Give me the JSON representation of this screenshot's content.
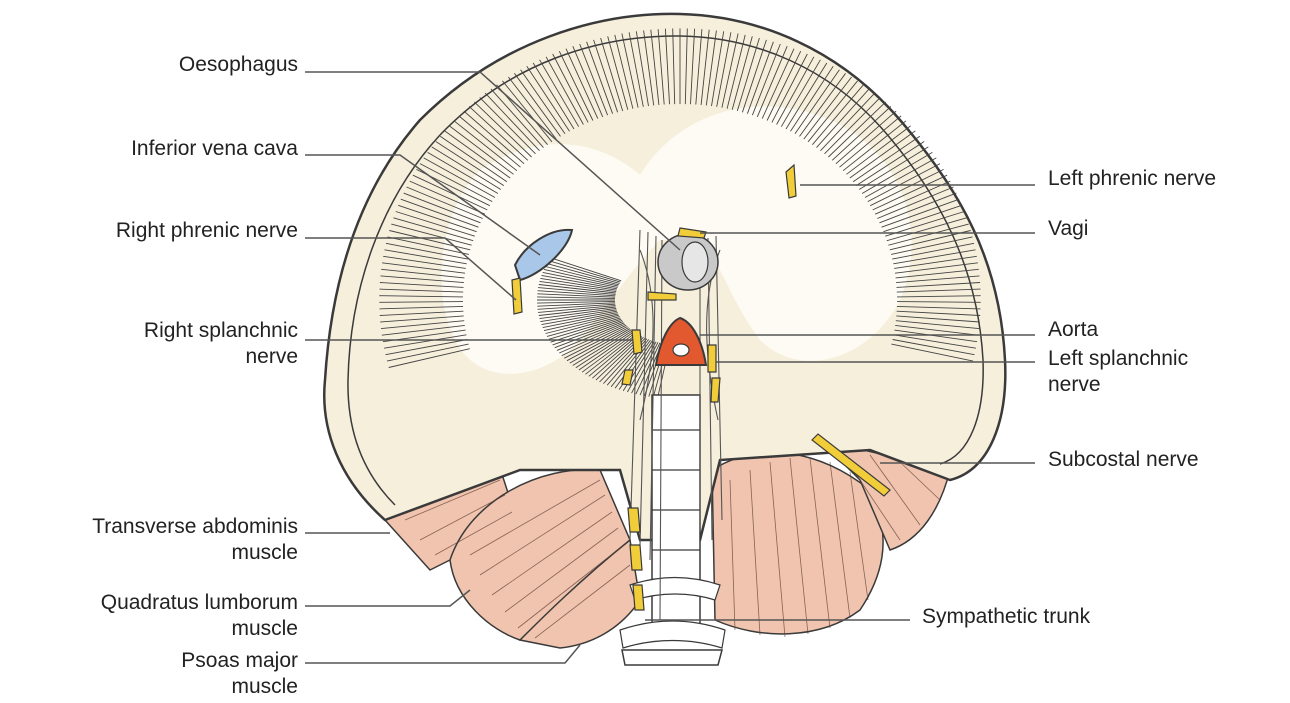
{
  "figure": {
    "labels_left": {
      "oesophagus": "Oesophagus",
      "inferior_vena_cava": "Inferior vena cava",
      "right_phrenic_nerve": "Right phrenic nerve",
      "right_splanchnic_nerve": [
        "Right splanchnic",
        "nerve"
      ],
      "transverse_abdominis_muscle": [
        "Transverse abdominis",
        "muscle"
      ],
      "quadratus_lumborum_muscle": [
        "Quadratus lumborum",
        "muscle"
      ],
      "psoas_major_muscle": [
        "Psoas major",
        "muscle"
      ]
    },
    "labels_right": {
      "left_phrenic_nerve": "Left phrenic nerve",
      "vagi": "Vagi",
      "aorta": "Aorta",
      "left_splanchnic_nerve": [
        "Left splanchnic",
        "nerve"
      ],
      "subcostal_nerve": "Subcostal nerve",
      "sympathetic_trunk": "Sympathetic trunk"
    },
    "colors": {
      "diaphragm_muscle": "#f6efdc",
      "central_tendon": "#fdfbf3",
      "outline": "#3a3a3a",
      "muscle_pink": "#f0c4ae",
      "nerve_yellow": "#f2cd3a",
      "aorta_red": "#e2582f",
      "ivc_blue": "#a9c7e8",
      "leader_line": "#555555"
    }
  }
}
